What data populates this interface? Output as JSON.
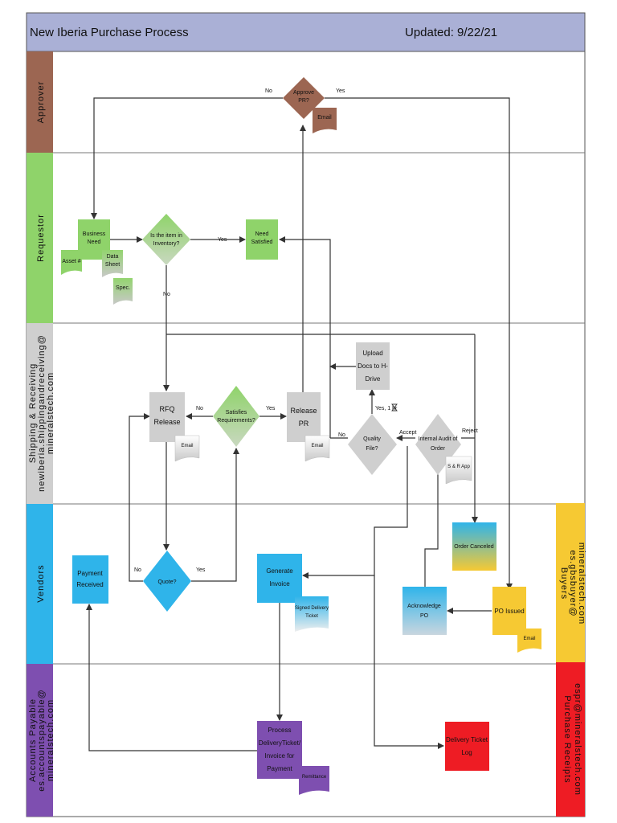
{
  "header": {
    "title": "New Iberia Purchase Process",
    "updated": "Updated: 9/22/21"
  },
  "lanes": {
    "approver": "Approver",
    "requestor": "Requestor",
    "shipping": [
      "Shipping & Receiving",
      "newiberia.shippingandreceiving@",
      "mineralstech.com"
    ],
    "vendors": "Vendors",
    "accounts_payable": [
      "Accounts Payable",
      "es.accountspayable@",
      "mineralstech.com"
    ],
    "buyers": [
      "Buyers",
      "es.gbsbuyer@",
      "mineralstech.com"
    ],
    "purchase_receipts": [
      "Purchase Receipts",
      "espr@mineralstech.com"
    ]
  },
  "nodes": {
    "approve_pr": [
      "Approve",
      "PR?"
    ],
    "email_approver": "Email",
    "business_need": [
      "Business",
      "Need"
    ],
    "asset": "Asset #",
    "data_sheet": [
      "Data",
      "Sheet"
    ],
    "spec": "Spec.",
    "in_inventory": [
      "Is the item in",
      "Inventory?"
    ],
    "need_satisfied": [
      "Need",
      "Satisfied"
    ],
    "rfq_release": [
      "RFQ",
      "Release"
    ],
    "email_rfq": "Email",
    "satisfies_req": [
      "Satisfies",
      "Requirements?"
    ],
    "release_pr": [
      "Release",
      "PR"
    ],
    "email_release": "Email",
    "quality_file": [
      "Quality",
      "File?"
    ],
    "upload_docs": [
      "Upload",
      "Docs to H-",
      "Drive"
    ],
    "internal_audit": [
      "Internal Audit of",
      "Order"
    ],
    "sr_app": "S & R App",
    "order_canceled": "Order Canceled",
    "payment_received": [
      "Payment",
      "Received"
    ],
    "quote": "Quote?",
    "generate_invoice": [
      "Generate",
      "Invoice"
    ],
    "signed_ticket": [
      "Signed Delivery",
      "Ticket"
    ],
    "acknowledge_po": [
      "Acknowledge",
      "PO"
    ],
    "po_issued": "PO Issued",
    "email_po": "Email",
    "process_ticket": [
      "Process",
      "DeliveryTicket/",
      "Invoice for",
      "Payment"
    ],
    "remittance": "Remittance",
    "delivery_log": [
      "Delivery Ticket",
      "Log"
    ]
  },
  "edge_labels": {
    "approve_no": "No",
    "approve_yes": "Yes",
    "inventory_yes": "Yes",
    "inventory_no": "No",
    "satisfies_no": "No",
    "satisfies_yes": "Yes",
    "quality_no": "No",
    "quality_yes": "Yes, 1 hr",
    "audit_accept": "Accept",
    "audit_reject": "Reject",
    "quote_no": "No",
    "quote_yes": "Yes"
  },
  "colors": {
    "header": "#aab0d6",
    "approver": "#9c6652",
    "requestor": "#8fd36a",
    "shipping": "#cfcfcf",
    "vendors": "#2fb4ea",
    "accounts_payable": "#7e4fb0",
    "buyers": "#f6c933",
    "purchase_receipts": "#ee1c24"
  }
}
